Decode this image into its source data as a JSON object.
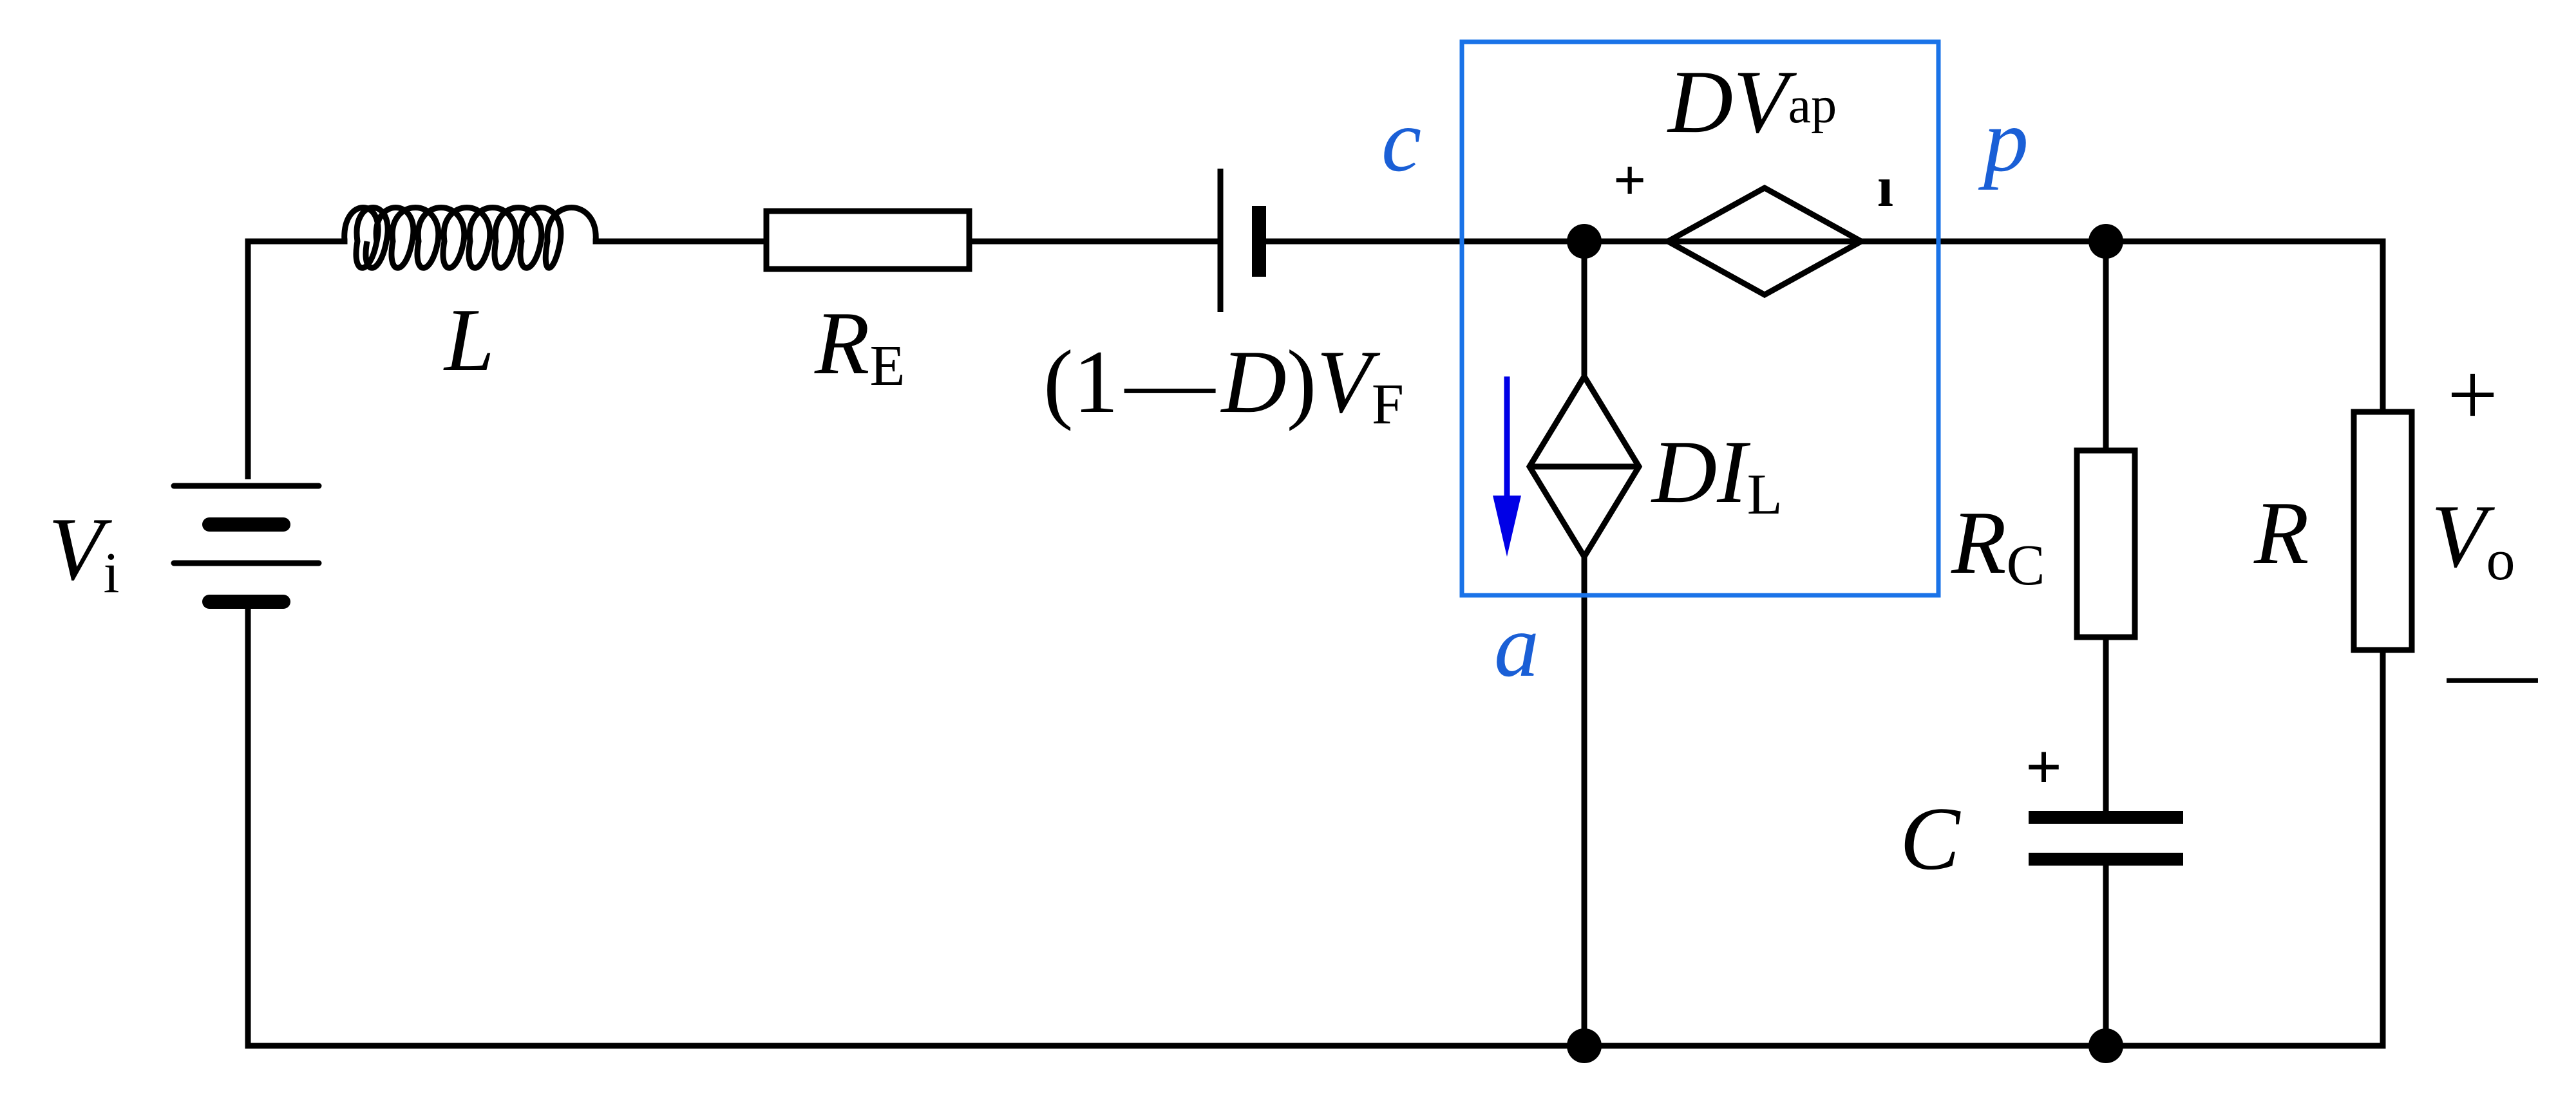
{
  "colors": {
    "wire": "#000000",
    "switch_box": "#1a73e8",
    "node_label": "#1a5fd6",
    "current_arrow": "#0000e6"
  },
  "labels": {
    "inductor": {
      "main": "L",
      "sub": ""
    },
    "resistor_e": {
      "main": "R",
      "sub": "E"
    },
    "voltage_source_f": {
      "prefix": "(1",
      "dash": "—",
      "var": "D",
      "close": ")",
      "main": "V",
      "sub": "F"
    },
    "input_source": {
      "main": "V",
      "sub": "i"
    },
    "dep_voltage": {
      "coef": "D",
      "main": "V",
      "sub": "ap"
    },
    "dep_voltage_plus": "+",
    "dep_voltage_minus": "ı",
    "dep_current": {
      "coef": "D",
      "main": "I",
      "sub": "L"
    },
    "resistor_c": {
      "main": "R",
      "sub": "C"
    },
    "capacitor": {
      "main": "C",
      "sub": ""
    },
    "capacitor_plus": "+",
    "load_resistor": {
      "main": "R",
      "sub": ""
    },
    "output_voltage": {
      "main": "V",
      "sub": "o"
    },
    "output_plus": "+",
    "output_minus": "—",
    "node_c": "c",
    "node_p": "p",
    "node_a": "a"
  }
}
